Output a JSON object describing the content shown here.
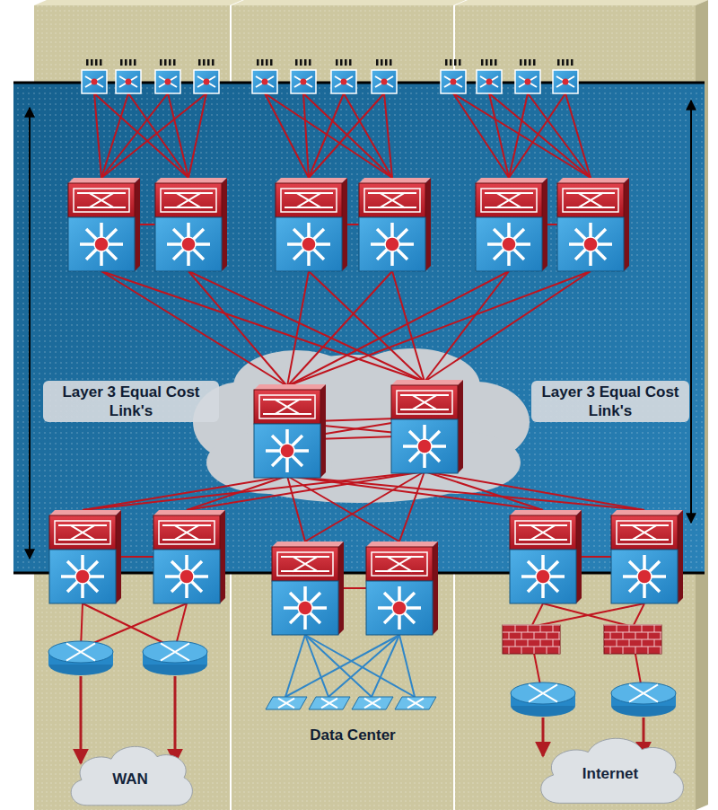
{
  "diagram": {
    "nodes": [
      {
        "text": [
          "WAN"
        ]
      },
      {
        "text": [
          "Internet"
        ]
      }
    ],
    "labels": [
      "Layer 3 Equal Cost Link's",
      "Layer 3 Equal Cost Link's",
      "Data Center"
    ]
  }
}
